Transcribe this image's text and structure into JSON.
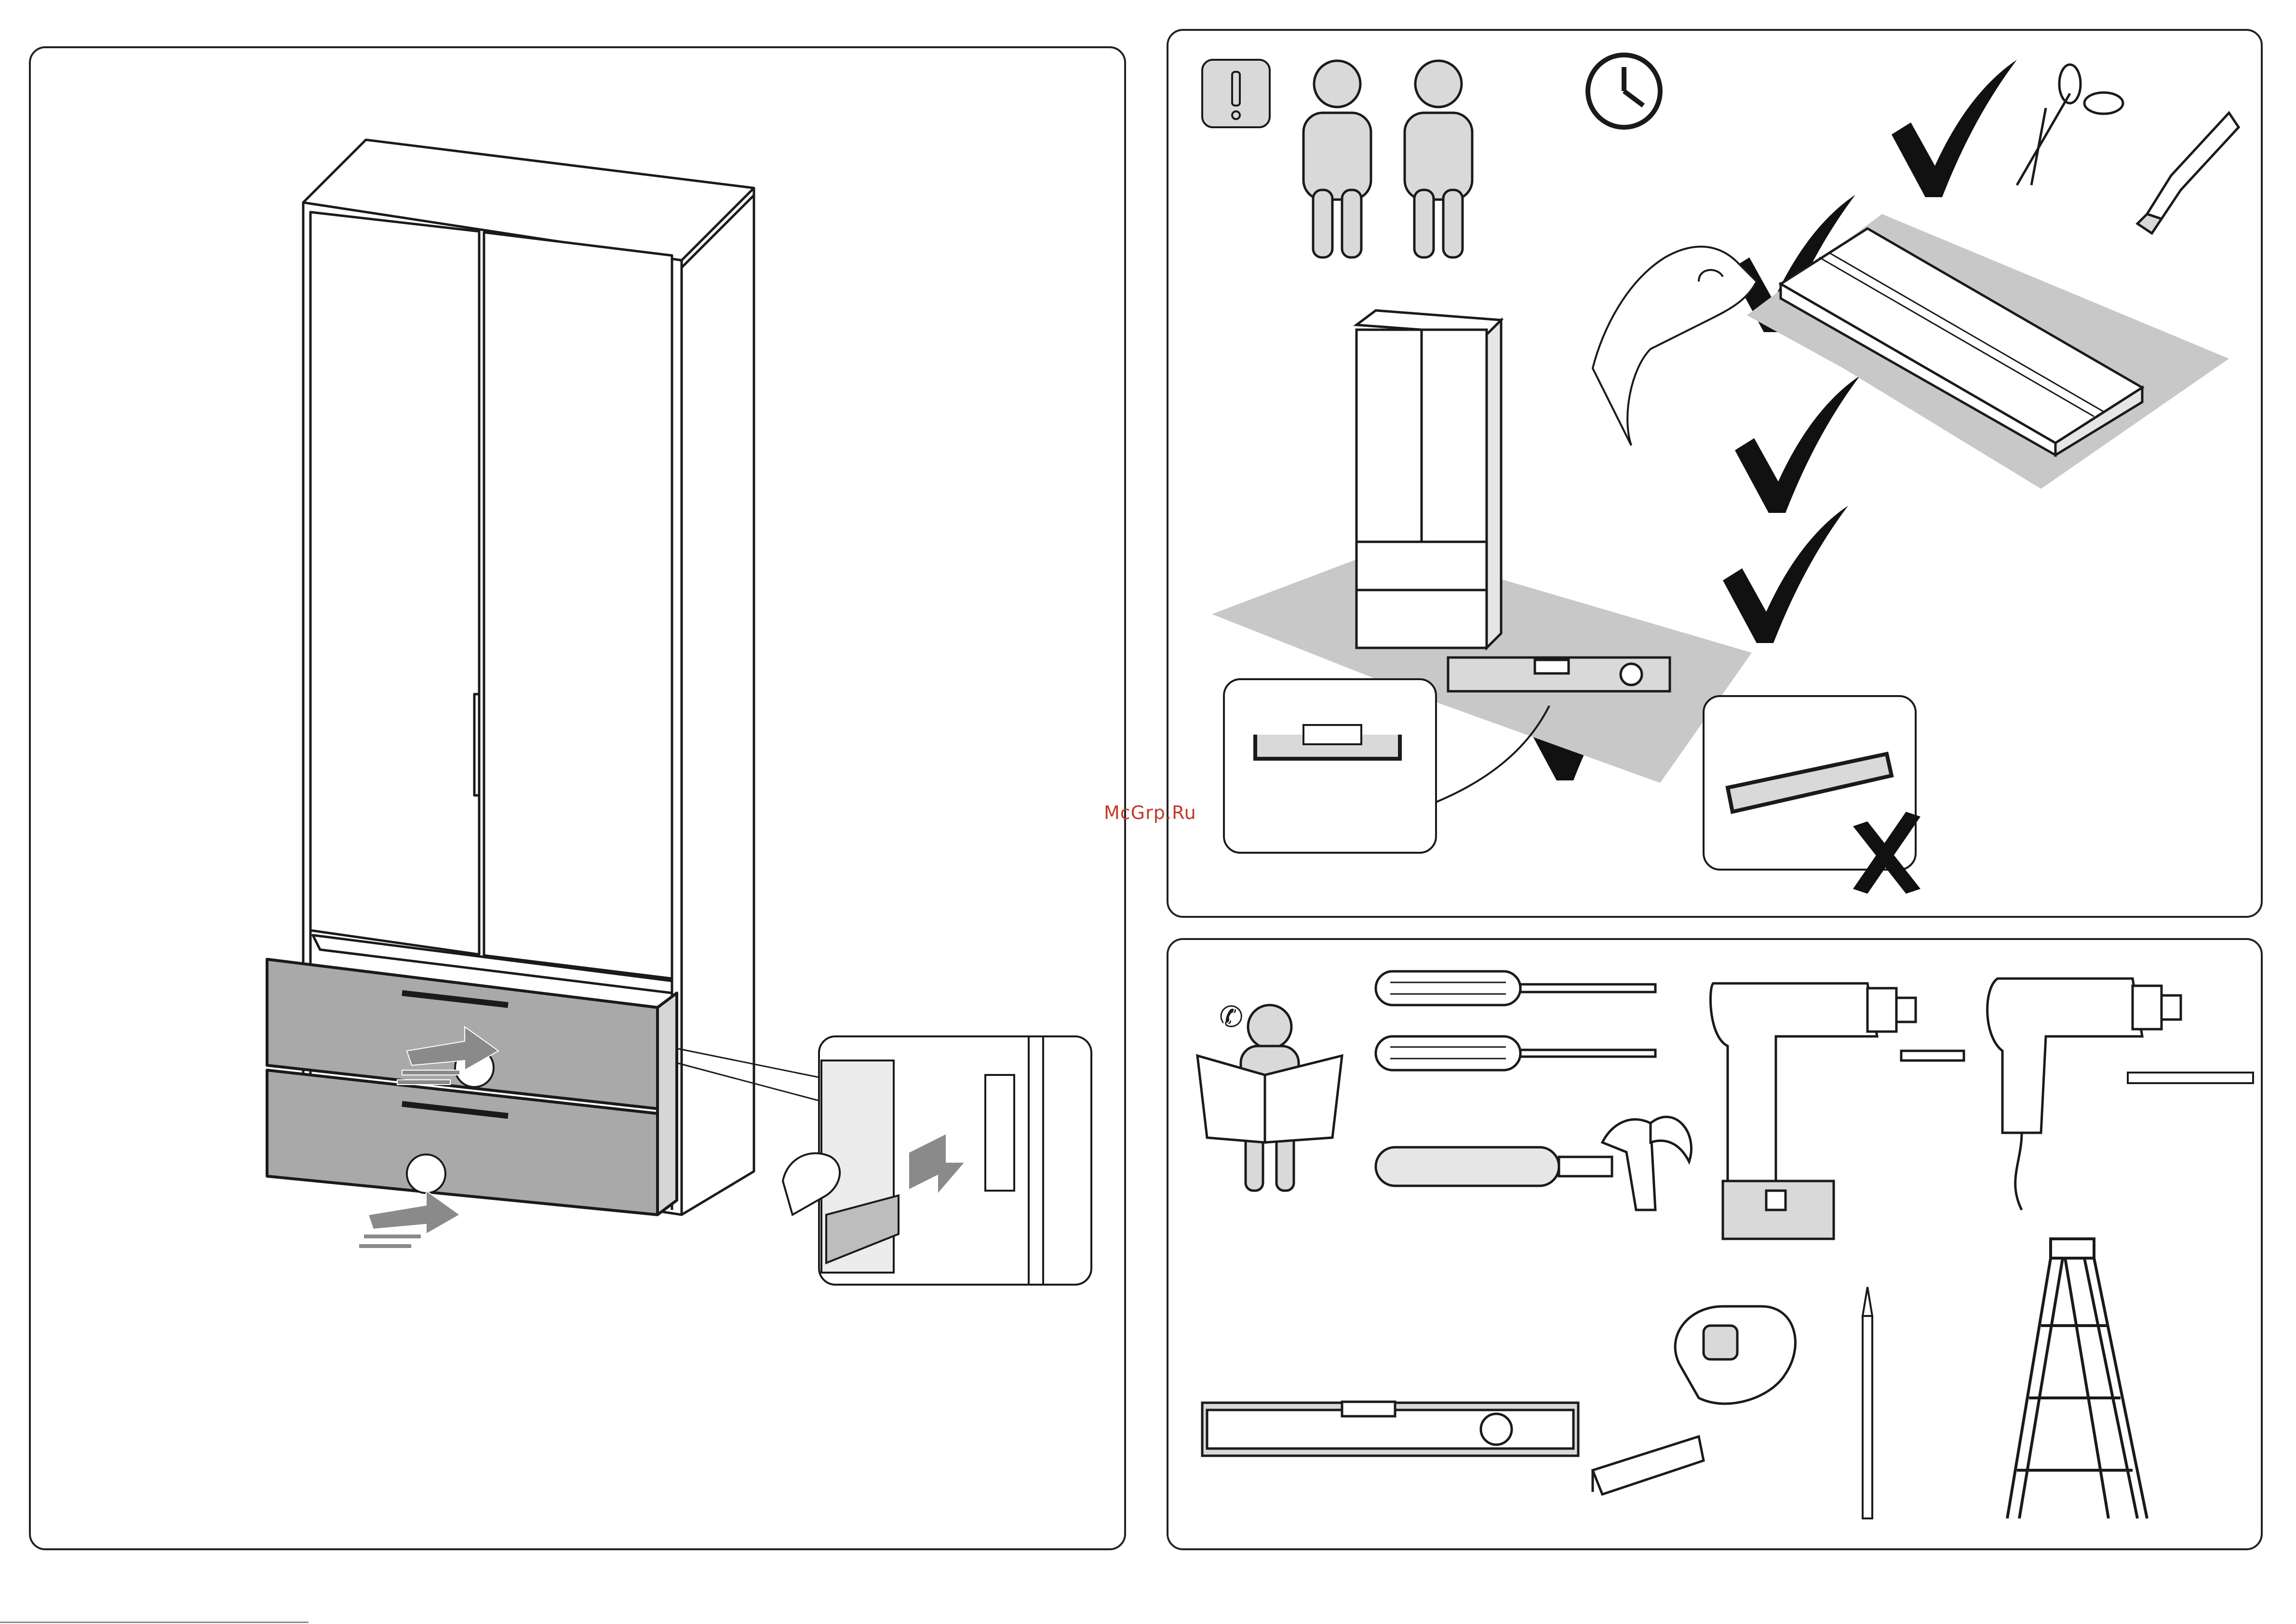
{
  "watermark": {
    "text": "McGrp.Ru"
  },
  "panels": {
    "left": {
      "name": "wardrobe-drawer-installation-step"
    },
    "top_right": {
      "name": "assembly-precautions"
    },
    "bottom_right": {
      "name": "required-tools"
    }
  },
  "icons": {
    "left": [
      "wardrobe-icon",
      "drawer-icon",
      "push-arrow-icon",
      "hand-icon",
      "drawer-rail-detail-icon"
    ],
    "top_right": [
      "attention-icon",
      "two-person-icon",
      "clock-icon",
      "checkmark-icon",
      "scissors-icon",
      "utility-knife-icon",
      "hand-icon",
      "package-icon",
      "spirit-level-icon",
      "cross-icon"
    ],
    "bottom_right": [
      "read-manual-icon",
      "phillips-screwdriver-icon",
      "flat-screwdriver-icon",
      "hammer-icon",
      "cordless-drill-icon",
      "electric-drill-icon",
      "drill-bit-icon",
      "spirit-level-icon",
      "tape-measure-icon",
      "pencil-icon",
      "step-ladder-icon"
    ]
  },
  "colors": {
    "line": "#1a1a1a",
    "fill_gray": "#bdbdbd",
    "floor_gray": "#c8c8c8",
    "drawer_gray": "#a9a9a9",
    "watermark": "#c0392b"
  }
}
